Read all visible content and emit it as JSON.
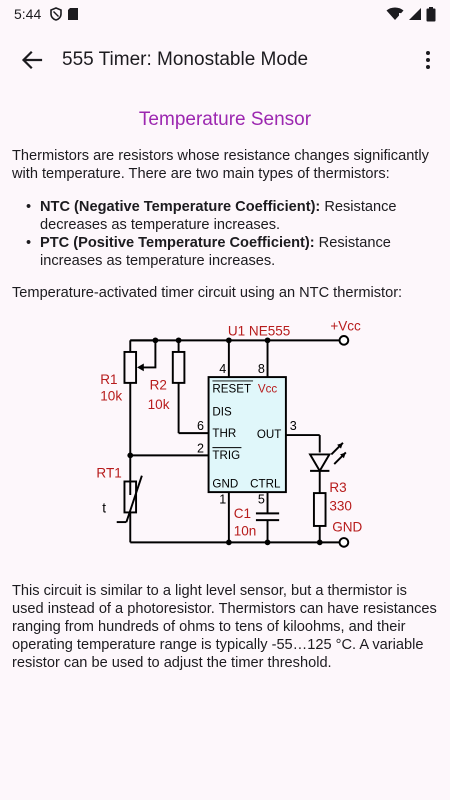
{
  "status_bar": {
    "time": "5:44"
  },
  "app_bar": {
    "title": "555 Timer: Monostable Mode"
  },
  "section": {
    "title": "Temperature Sensor",
    "intro": "Thermistors are resistors whose resistance changes significantly with temperature. There are two main types of thermistors:",
    "types": [
      {
        "name": "NTC (Negative Temperature Coefficient):",
        "desc": " Resistance decreases as temperature increases."
      },
      {
        "name": "PTC (Positive Temperature Coefficient):",
        "desc": " Resistance increases as temperature increases."
      }
    ],
    "circuit_caption": "Temperature-activated timer circuit using an NTC thermistor:",
    "description": "This circuit is similar to a light level sensor, but a thermistor is used instead of a photoresistor. Thermistors can have resistances ranging from hundreds of ohms to tens of kiloohms, and their operating temperature range is typically -55…125 °C. A variable resistor can be used to adjust the timer threshold."
  },
  "circuit": {
    "ic_name": "U1 NE555",
    "vcc_label": "+Vcc",
    "gnd_label": "GND",
    "r1_name": "R1",
    "r1_value": "10k",
    "r2_name": "R2",
    "r2_value": "10k",
    "rt1_name": "RT1",
    "rt1_symbol": "t",
    "r3_name": "R3",
    "r3_value": "330",
    "c1_name": "C1",
    "c1_value": "10n",
    "pin_reset": "RESET",
    "pin_vcc": "Vcc",
    "pin_dis": "DIS",
    "pin_thr": "THR",
    "pin_trig": "TRIG",
    "pin_out": "OUT",
    "pin_gnd": "GND",
    "pin_ctrl": "CTRL",
    "pin_num_4": "4",
    "pin_num_8": "8",
    "pin_num_6": "6",
    "pin_num_2": "2",
    "pin_num_3": "3",
    "pin_num_1": "1",
    "pin_num_5": "5",
    "colors": {
      "label": "#b71c1c",
      "ic_fill": "#e0f7fa",
      "wire": "#000000"
    }
  },
  "colors": {
    "accent": "#9c27b0",
    "background": "#fdf7fb"
  }
}
